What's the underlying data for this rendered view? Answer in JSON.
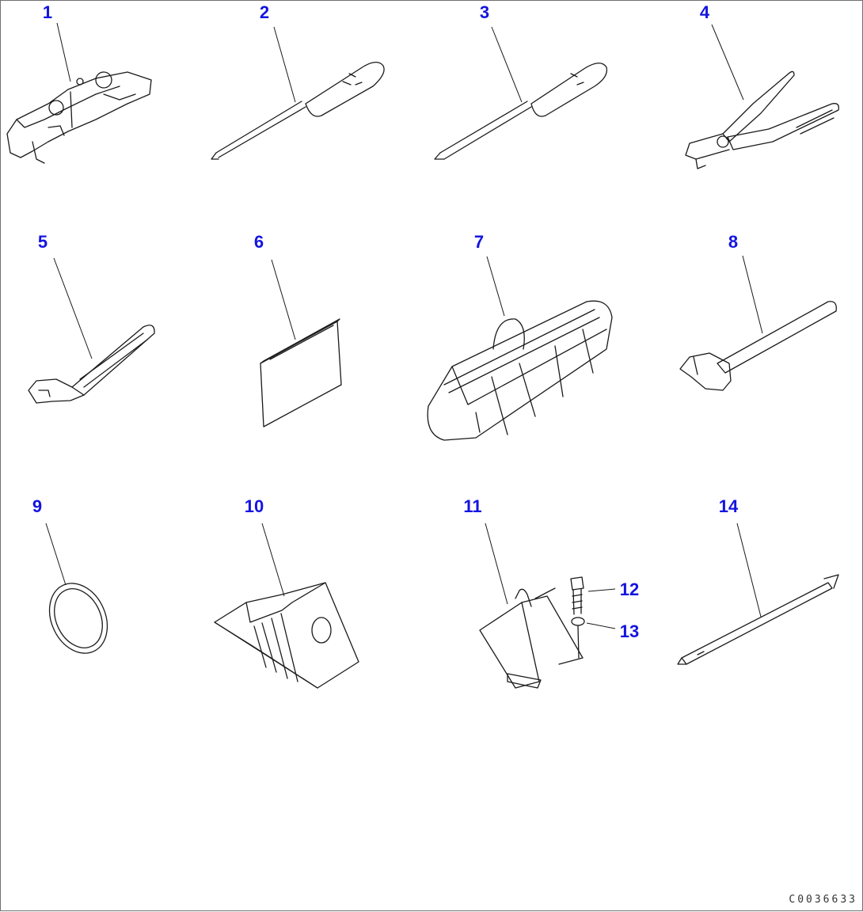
{
  "drawing_code": "C0036633",
  "label_color": "#1414e0",
  "line_color": "#1a1a1a",
  "parts": [
    {
      "number": "1",
      "icon": "adjustable-spanner-icon"
    },
    {
      "number": "2",
      "icon": "phillips-screwdriver-icon"
    },
    {
      "number": "3",
      "icon": "flat-screwdriver-icon"
    },
    {
      "number": "4",
      "icon": "pliers-icon"
    },
    {
      "number": "5",
      "icon": "adjustable-wrench-icon"
    },
    {
      "number": "6",
      "icon": "manual-booklet-icon"
    },
    {
      "number": "7",
      "icon": "tool-bag-icon"
    },
    {
      "number": "8",
      "icon": "hammer-icon"
    },
    {
      "number": "9",
      "icon": "o-ring-icon"
    },
    {
      "number": "10",
      "icon": "wheel-chock-icon"
    },
    {
      "number": "11",
      "icon": "chock-bracket-icon"
    },
    {
      "number": "12",
      "icon": "bolt-icon"
    },
    {
      "number": "13",
      "icon": "washer-icon"
    },
    {
      "number": "14",
      "icon": "bar-icon"
    }
  ]
}
